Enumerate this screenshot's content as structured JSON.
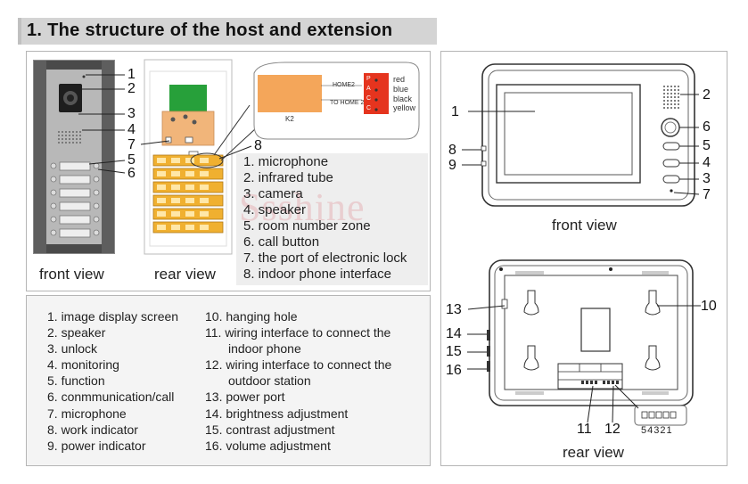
{
  "title": "1. The structure of the host and extension",
  "watermark": "Ssshine",
  "host": {
    "callouts": [
      "1",
      "2",
      "3",
      "4",
      "7",
      "5",
      "6",
      "8"
    ],
    "views": {
      "front": "front view",
      "rear": "rear view"
    },
    "zoom": {
      "k2": "K2",
      "home2": "HOME2",
      "to_home2": "TO HOME 2",
      "pins": [
        "P",
        "A",
        "C",
        "C"
      ],
      "wires": [
        "red",
        "blue",
        "black",
        "yellow"
      ]
    },
    "legend": [
      "1. microphone",
      "2. infrared tube",
      "3. camera",
      "4. speaker",
      "5. room number zone",
      "6. call button",
      "7. the  port of electronic lock",
      "8. indoor phone interface"
    ]
  },
  "monitor": {
    "front_callouts": [
      "1",
      "2",
      "6",
      "5",
      "4",
      "3",
      "7",
      "8",
      "9"
    ],
    "rear_callouts": [
      "13",
      "10",
      "14",
      "15",
      "16",
      "11",
      "12"
    ],
    "dip_numbers": "54321",
    "views": {
      "front": "front view",
      "rear": "rear view"
    }
  },
  "indoor_legend": {
    "col1": [
      "1. image display screen",
      "2. speaker",
      "3. unlock",
      "4. monitoring",
      "5. function",
      "6. conmmunication/call",
      "7. microphone",
      "8. work indicator",
      "9. power indicator"
    ],
    "col2": [
      "10. hanging hole",
      "11. wiring interface to connect the",
      "indoor phone",
      "12. wiring interface to connect the",
      "outdoor station",
      "13. power port",
      "14. brightness adjustment",
      "15. contrast adjustment",
      "16. volume adjustment"
    ]
  }
}
